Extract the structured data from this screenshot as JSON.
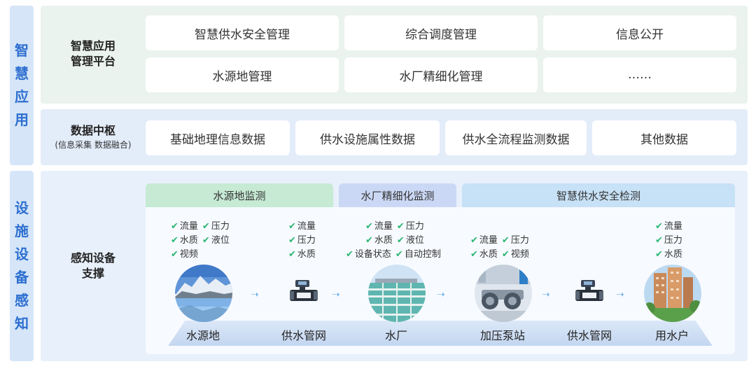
{
  "side": {
    "top": [
      "智",
      "慧",
      "应",
      "用"
    ],
    "bottom": [
      "设",
      "施",
      "设",
      "备",
      "感",
      "知"
    ]
  },
  "apps": {
    "title": "智慧应用管理平台",
    "title_l1": "智慧应用",
    "title_l2": "管理平台",
    "cards": [
      "智慧供水安全管理",
      "综合调度管理",
      "信息公开",
      "水源地管理",
      "水厂精细化管理",
      "……"
    ]
  },
  "data_hub": {
    "title": "数据中枢",
    "subtitle": "(信息采集 数据融合)",
    "cards": [
      "基础地理信息数据",
      "供水设施属性数据",
      "供水全流程监测数据",
      "其他数据"
    ]
  },
  "sensing": {
    "title_l1": "感知设备",
    "title_l2": "支撑",
    "tabs": [
      "水源地监测",
      "水厂精细化监测",
      "智慧供水安全检测"
    ],
    "check_mark": "✔",
    "checks": {
      "source": [
        [
          "流量",
          "压力"
        ],
        [
          "水质",
          "液位"
        ],
        [
          "视频"
        ]
      ],
      "pipe1": [
        [
          "流量"
        ],
        [
          "压力"
        ],
        [
          "水质"
        ]
      ],
      "plant": [
        [
          "流量",
          "压力"
        ],
        [
          "水质",
          "液位"
        ],
        [
          "设备状态",
          "自动控制"
        ]
      ],
      "pump": [
        [
          "流量",
          "压力"
        ],
        [
          "水质",
          "视频"
        ]
      ],
      "user": [
        [
          "流量"
        ],
        [
          "压力"
        ],
        [
          "水质"
        ]
      ]
    },
    "nodes": [
      "水源地",
      "供水管网",
      "水厂",
      "加压泵站",
      "供水管网",
      "用水户"
    ],
    "arrow": "➝"
  },
  "colors": {
    "accent": "#2d6fd0",
    "check": "#2bb673",
    "green_band": "#eaf3ed",
    "blue_band": "#e3ecf9"
  }
}
